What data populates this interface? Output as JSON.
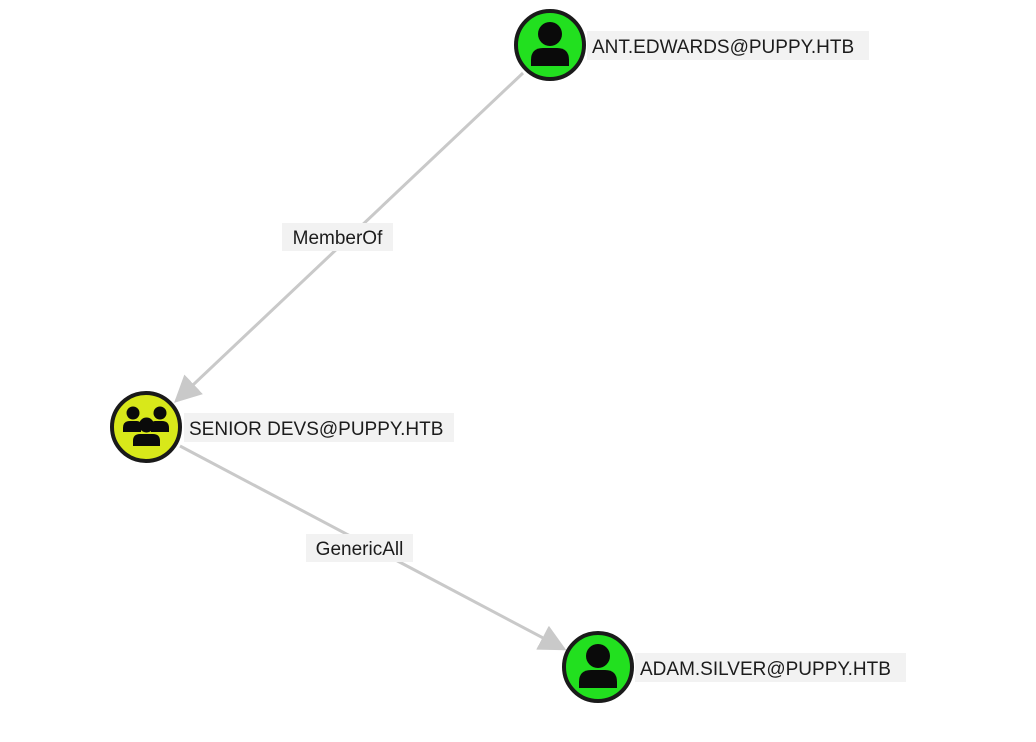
{
  "graph": {
    "nodes": [
      {
        "id": "ant",
        "label": "ANT.EDWARDS@PUPPY.HTB",
        "kind": "user",
        "icon": "user-icon",
        "color": "#22e01f"
      },
      {
        "id": "senior",
        "label": "SENIOR DEVS@PUPPY.HTB",
        "kind": "group",
        "icon": "group-icon",
        "color": "#d8e81a"
      },
      {
        "id": "adam",
        "label": "ADAM.SILVER@PUPPY.HTB",
        "kind": "user",
        "icon": "user-icon",
        "color": "#22e01f"
      }
    ],
    "edges": [
      {
        "from": "ant",
        "to": "senior",
        "label": "MemberOf"
      },
      {
        "from": "senior",
        "to": "adam",
        "label": "GenericAll"
      }
    ]
  },
  "style": {
    "edge_color": "#c9c9c9",
    "node_border_color": "#1a1a1a",
    "label_background": "#f2f2f2",
    "icon_color": "#0a0a0a"
  }
}
